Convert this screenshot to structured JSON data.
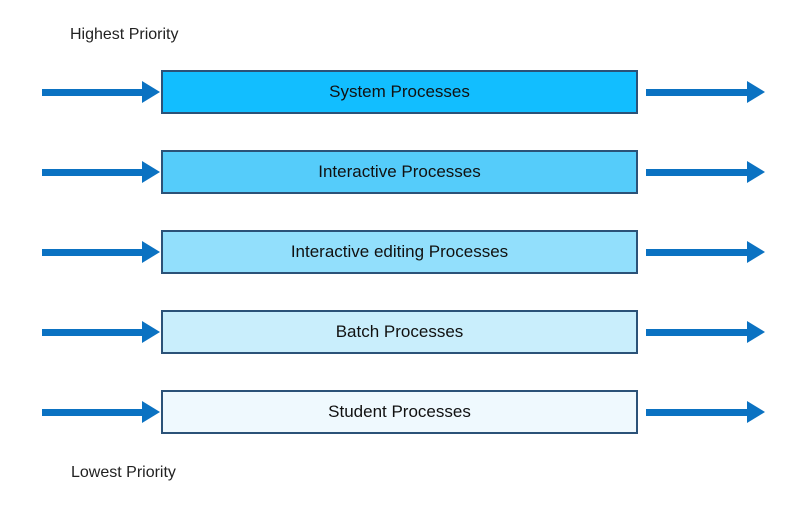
{
  "diagram": {
    "top_label": "Highest Priority",
    "bottom_label": "Lowest Priority"
  },
  "colors": {
    "arrow": "#0b72c2",
    "box_border": "#2b5278",
    "text": "#111111"
  },
  "queues": [
    {
      "label": "System Processes",
      "fill": "#12beff"
    },
    {
      "label": "Interactive Processes",
      "fill": "#55ccfa"
    },
    {
      "label": "Interactive editing Processes",
      "fill": "#92dffc"
    },
    {
      "label": "Batch Processes",
      "fill": "#c9eefc"
    },
    {
      "label": "Student Processes",
      "fill": "#eff9fe"
    }
  ]
}
